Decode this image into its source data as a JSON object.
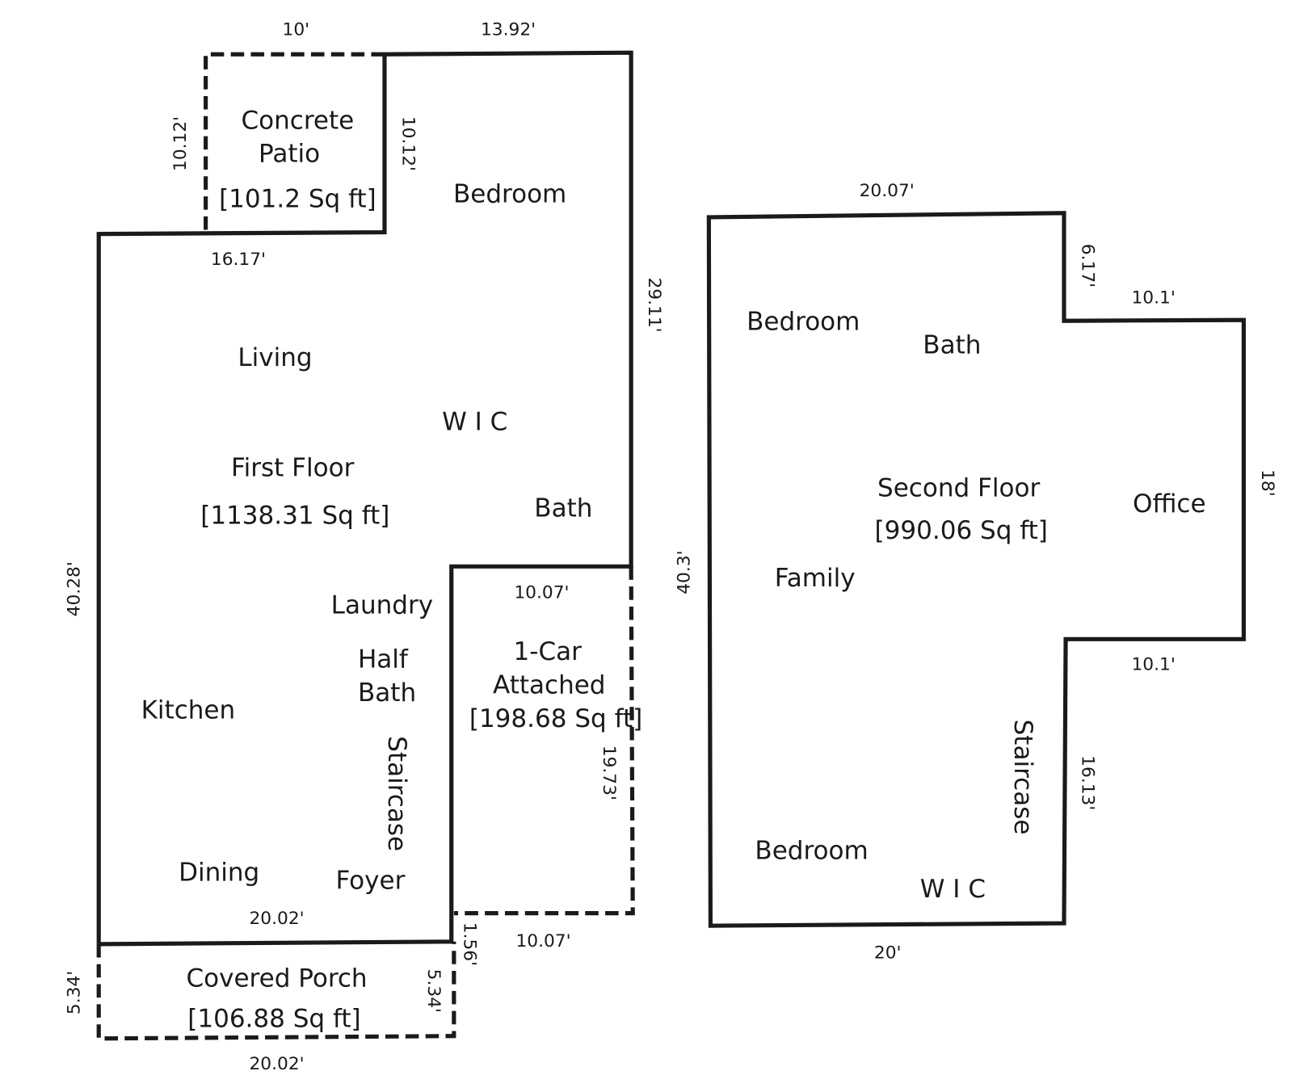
{
  "first_floor": {
    "title": "First Floor",
    "area": "[1138.31 Sq ft]",
    "rooms": [
      "Bedroom",
      "Living",
      "W I C",
      "Bath",
      "Laundry",
      "Half",
      "Bath",
      "Kitchen",
      "Staircase",
      "Dining",
      "Foyer"
    ],
    "dimensions": {
      "top_right": "13.92'",
      "right_upper": "29.11'",
      "left": "40.28'",
      "step_top": "16.17'",
      "garage_top": "10.07'",
      "bottom": "20.02'"
    }
  },
  "patio": {
    "title_line1": "Concrete",
    "title_line2": "Patio",
    "area": "[101.2 Sq ft]",
    "dim_top": "10'",
    "dim_left": "10.12'",
    "dim_right": "10.12'"
  },
  "garage": {
    "title_line1": "1-Car",
    "title_line2": "Attached",
    "area": "[198.68 Sq ft]",
    "dim_right": "19.73'",
    "dim_bottom": "10.07'",
    "dim_offset": "1.56'"
  },
  "porch": {
    "title": "Covered Porch",
    "area": "[106.88 Sq ft]",
    "dim_left": "5.34'",
    "dim_right": "5.34'",
    "dim_bottom": "20.02'"
  },
  "second_floor": {
    "title": "Second Floor",
    "area": "[990.06 Sq ft]",
    "rooms": [
      "Bedroom",
      "Bath",
      "Office",
      "Family",
      "Staircase",
      "Bedroom",
      "W I C"
    ],
    "dimensions": {
      "top": "20.07'",
      "notch_upper": "6.17'",
      "office_top": "10.1'",
      "office_right": "18'",
      "office_bottom": "10.1'",
      "notch_lower": "16.13'",
      "bottom": "20'",
      "left": "40.3'"
    }
  }
}
